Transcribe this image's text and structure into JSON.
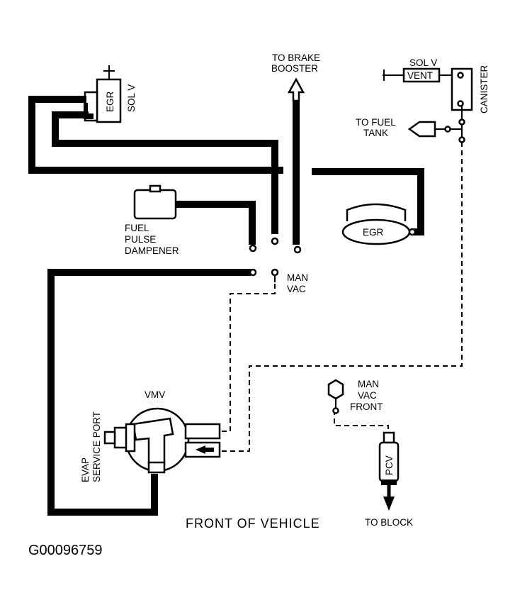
{
  "labels": {
    "to_brake_booster_1": "TO BRAKE",
    "to_brake_booster_2": "BOOSTER",
    "egr_solenoid_body": "EGR",
    "egr_solenoid_side": "SOL V",
    "vent_solenoid_top": "SOL V",
    "vent_solenoid_body": "VENT",
    "canister": "CANISTER",
    "to_fuel_tank_1": "TO FUEL",
    "to_fuel_tank_2": "TANK",
    "fuel_pulse_1": "FUEL",
    "fuel_pulse_2": "PULSE",
    "fuel_pulse_3": "DAMPENER",
    "egr_valve": "EGR",
    "man_vac_1": "MAN",
    "man_vac_2": "VAC",
    "vmv": "VMV",
    "evap_service_1": "EVAP",
    "evap_service_2": "SERVICE PORT",
    "man_vac_front_1": "MAN",
    "man_vac_front_2": "VAC",
    "man_vac_front_3": "FRONT",
    "pcv": "PCV",
    "to_block": "TO BLOCK",
    "front_of_vehicle": "FRONT OF VEHICLE",
    "figure_id": "G00096759"
  },
  "colors": {
    "ink": "#000000",
    "paper": "#ffffff"
  }
}
